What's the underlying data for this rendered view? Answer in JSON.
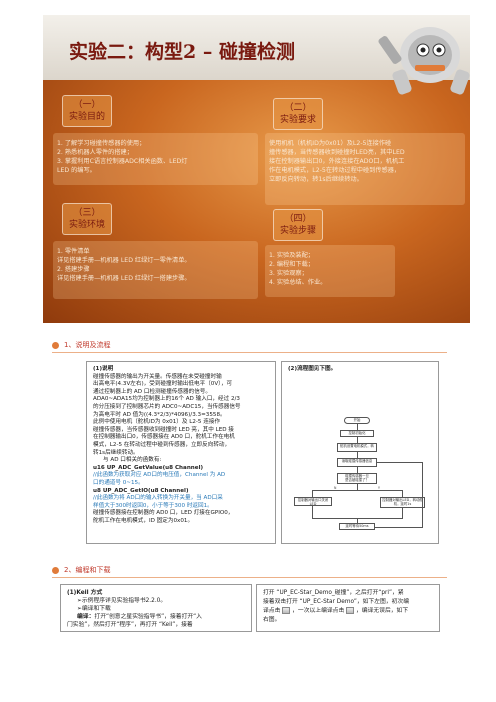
{
  "slide": {
    "title": "实验二：构型2 – 碰撞检测",
    "boxes": [
      {
        "num": "（一）",
        "label": "实验目的"
      },
      {
        "num": "（二）",
        "label": "实验要求"
      },
      {
        "num": "（三）",
        "label": "实验环境"
      },
      {
        "num": "（四）",
        "label": "实验步骤"
      }
    ],
    "purpose_lines": [
      "1. 了解学习碰撞传感器的使用；",
      "2. 熟悉机器人零件的搭建；",
      "3. 掌握利用C语言控制器ADC相关函数、LED灯",
      "LED 的编写。"
    ],
    "requirement_lines": [
      "使用机机（机机ID为0x01）及L2-5连接作碰",
      "撞传感器，当传感器收到碰撞时LED亮，其中LED",
      "接在控制器输出口0，外接连接在ADO口，机机工",
      "作在电机模式，L2-5在转动过程中碰到传感器，",
      "立即反向转动，转1s后继续转动。"
    ],
    "env_lines": [
      "1. 零件清单",
      "详见搭建手册—机机器 LED 红绿灯一零件清单。",
      "2. 搭建步骤",
      "详见搭建手册—机机器 LED 红绿灯一搭建步骤。"
    ],
    "step_lines": [
      "1. 实验及装配；",
      "2. 编程和下载；",
      "3. 实验观察；",
      "4. 实验总结、作业。"
    ]
  },
  "section1": {
    "title": "1、说明及流程",
    "left_heading": "(1)说明",
    "left_lines": [
      "碰撞传感器的输出为开关量。传感器在未受碰撞时输",
      "出高电平(4.3V左右)，受到碰撞时输出低电平（0V），可",
      "通过控制器上的 AD 口检测碰撞传感器的信号。",
      "ADA0~ADA15均为控制器上的16个 AD 输入口，经过 2/3",
      "的分压接到了控制器芯片的 ADC0~ADC15，当传感器信号",
      "为高电平时 AD 值为((4.3*2/3)*4096)/3.3=3558。",
      "此例中使用电机（舵机ID为 0x01）及 L2-5 连接作",
      "碰撞传感器，当传感器收到碰撞时 LED 亮，其中 LED 接",
      "在控制器输出口0，传感器接在 AD0 口，舵机工作在电机",
      "模式，L2-5 在转动过程中碰到传感器，立即反向转动，",
      "转1s后继续转动。",
      "与 AD 口相关的函数有:"
    ],
    "code1": "u16 UP_ADC_GetValue(u8 Channel)",
    "comment1": "//此函数为获取对应 AD口的电压值，Channel 为 AD",
    "comment1b": "口的通道号 0~15。",
    "code2": "u8 UP_ADC_GetIO(u8 Channel)",
    "comment2": "//此函数为将 AD口的输入转换为开关量，当 AD口采",
    "comment2b": "样值大于300时返回0，小于等于300 时返回1。",
    "left_tail1": "碰撞传感器接在控制器的 AD0 口，LED 灯接在GPIO0，",
    "left_tail2": "舵机工作在电机模式，ID 固定为0x01。",
    "right_heading": "(2)流程图见下图。",
    "flow": {
      "start": "开始",
      "n1": "控制初始化",
      "n2": "舵机设置电机模式，转",
      "n3": "读取碰撞传感器信息",
      "n4": "碰撞传感器一旦",
      "n4b": "是否被碰撞了？",
      "yes": "Y",
      "no": "N",
      "n5": "控制器对输出口关闭LED",
      "n6": "控制器对输出LED，转动舵机，延时1s",
      "end": "延时等待50ms"
    }
  },
  "section2": {
    "title": "2、编程和下载",
    "left_heading": "(1)Keil 方式",
    "bullet1": "➢示例程序详见实验指导书2.2.0。",
    "bullet2": "➢编译和下载",
    "step_label": "编译：",
    "step_text1": "打开“创意之星实验指导书”，接着打开“入",
    "step_text2": "门实验”，然后打开“程序”，再打开 “Keil”，接着",
    "right_lines": [
      "打开 “UP_EC-Star_Demo_碰撞”，之后打开“pri”，紧",
      "接着双击打开 “UP_EC-Star Demo”，如下左图，初次编",
      "译点击",
      "，一次以上编译点击",
      "，编译无误后，如下",
      "右图。"
    ]
  }
}
